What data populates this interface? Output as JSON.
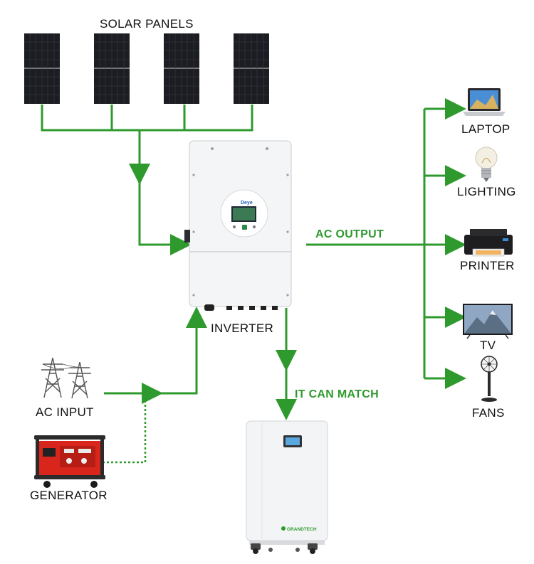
{
  "labels": {
    "solar_panels": "SOLAR PANELS",
    "inverter": "INVERTER",
    "ac_input": "AC INPUT",
    "generator": "GENERATOR",
    "ac_output": "AC OUTPUT",
    "it_can_match": "IT CAN MATCH",
    "laptop": "LAPTOP",
    "lighting": "LIGHTING",
    "printer": "PRINTER",
    "tv": "TV",
    "fans": "FANS"
  },
  "inverter_brand": "Deye",
  "battery_brand": "GRANDTECH",
  "icons": {
    "solar": "solar-panel-icon",
    "inverter": "inverter-icon",
    "tower": "transmission-tower-icon",
    "generator": "generator-icon",
    "battery": "battery-icon",
    "laptop": "laptop-icon",
    "lighting": "light-bulb-icon",
    "printer": "printer-icon",
    "tv": "tv-icon",
    "fan": "fan-icon"
  },
  "colors": {
    "connector": "#2e9a2e",
    "solar_cell": "#1b1d22",
    "generator_body": "#d9261c"
  }
}
